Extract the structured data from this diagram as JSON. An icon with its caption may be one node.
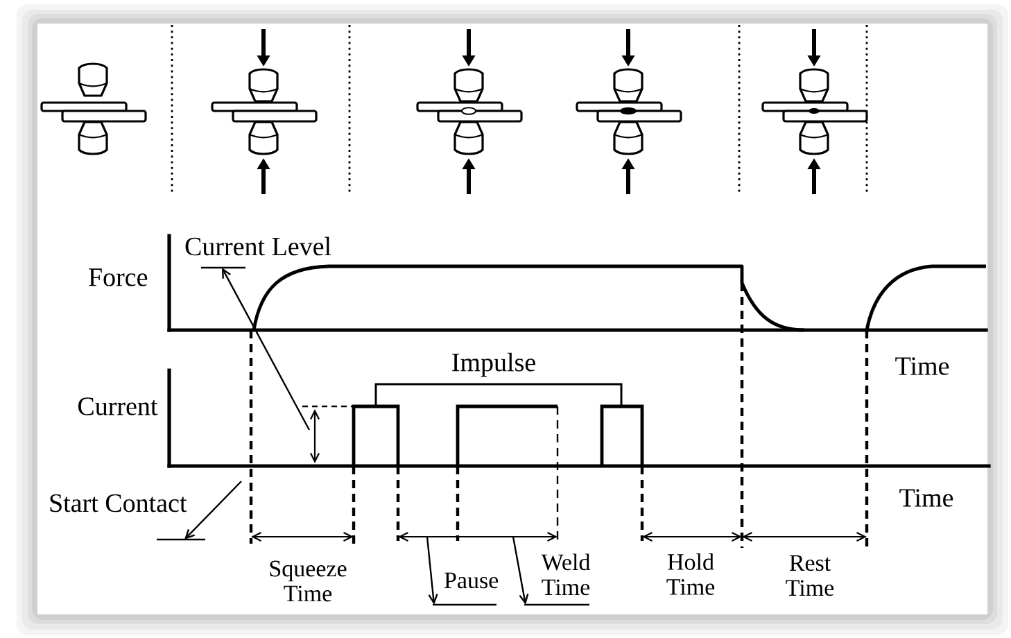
{
  "diagram": {
    "nodes": [
      {
        "text": [
          "Current Level"
        ]
      },
      {
        "text": [
          "Start Contact"
        ]
      },
      {
        "text": [
          "Pause"
        ]
      },
      {
        "text": [
          "Weld Time"
        ]
      }
    ],
    "edges": [
      {
        "from": null,
        "to": 0,
        "arrow": "to"
      },
      {
        "from": null,
        "to": 1,
        "arrow": "to"
      },
      {
        "from": null,
        "to": 2,
        "arrow": "to"
      },
      {
        "from": null,
        "to": 3,
        "arrow": "to"
      }
    ],
    "labels": [
      "Force",
      "Impulse",
      "Time",
      "Current",
      "Time",
      "Squeeze Time",
      "Hold Time",
      "Rest Time"
    ]
  }
}
